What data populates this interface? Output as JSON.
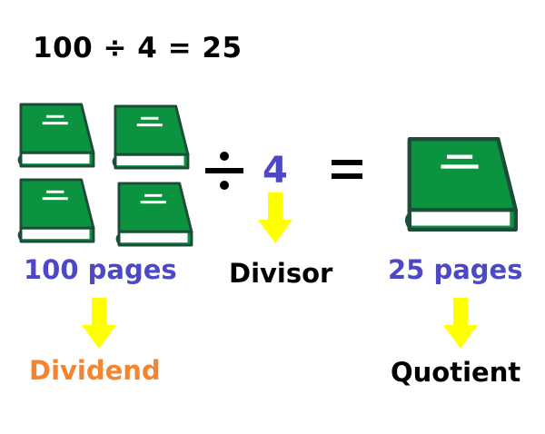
{
  "equation": "100 ÷ 4  =  25",
  "dividend": {
    "value_label": "100 pages",
    "term_label": "Dividend",
    "icon": "book-icon",
    "book_count": 4
  },
  "divisor": {
    "value": "4",
    "term_label": "Divisor"
  },
  "quotient": {
    "value_label": "25 pages",
    "term_label": "Quotient",
    "icon": "book-icon",
    "book_count": 1
  },
  "operators": {
    "divide": "÷",
    "equals": "="
  },
  "colors": {
    "book_cover": "#0b9340",
    "book_outline": "#1c4d38",
    "pages": "#ffffff",
    "arrow": "#ffff00",
    "value_text": "#4c48c6",
    "dividend_term": "#f38531",
    "term_text": "#000000"
  }
}
